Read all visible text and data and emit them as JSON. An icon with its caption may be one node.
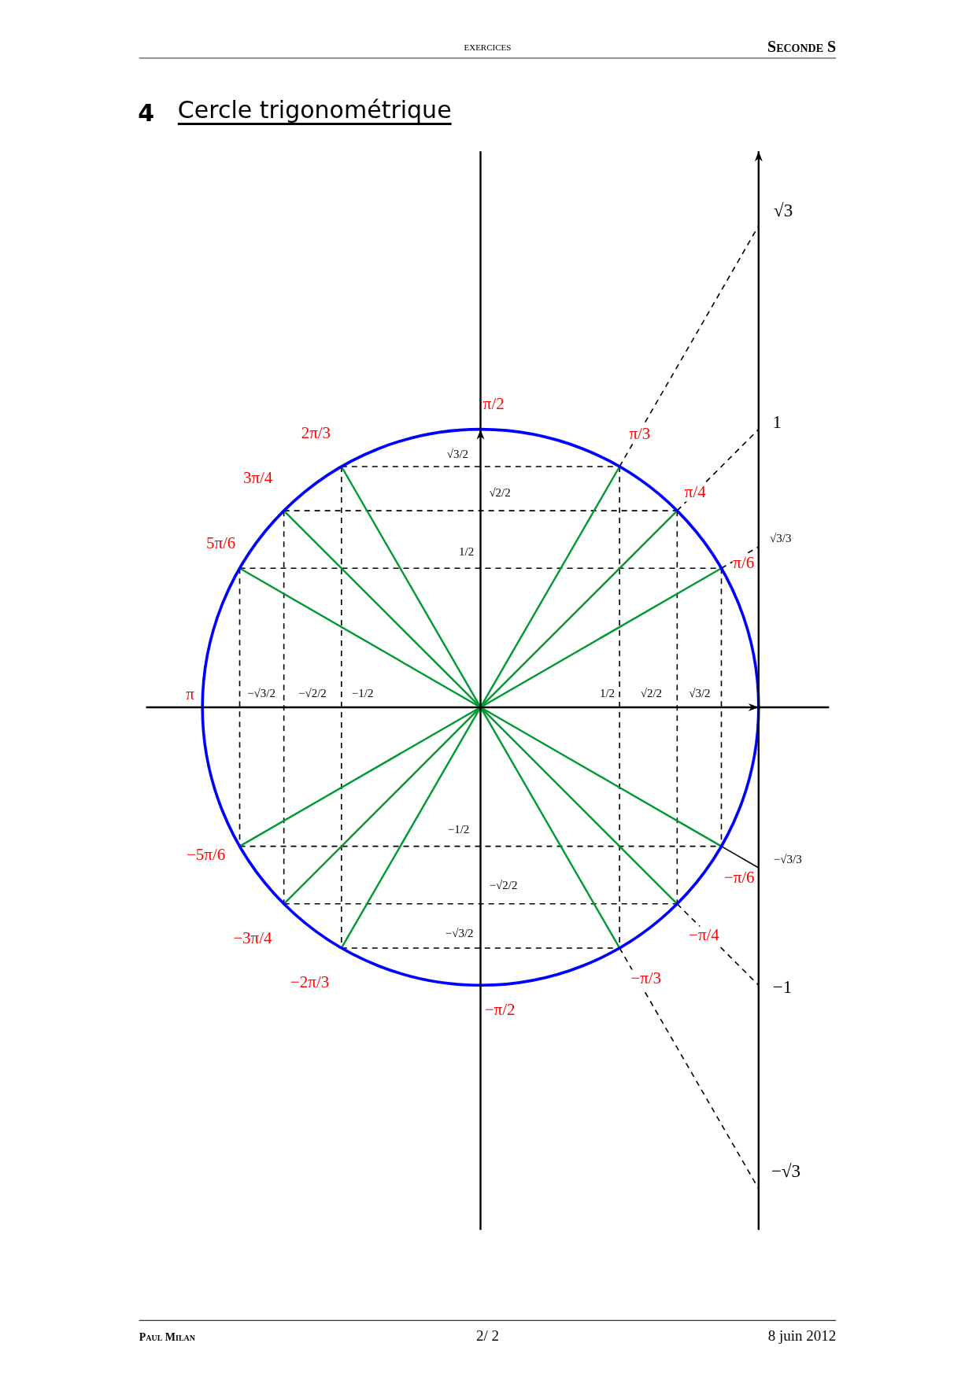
{
  "diagram": {
    "title": "Cercle trigonométrique",
    "labels": [
      "exercices",
      "Seconde S",
      "4",
      "√3",
      "π/2",
      "1",
      "2π/3",
      "π/3",
      "√3/2",
      "3π/4",
      "π/4",
      "√2/2",
      "√3/3",
      "5π/6",
      "π/6",
      "1/2",
      "−√3/2",
      "−√2/2",
      "−1/2",
      "1/2",
      "√2/2",
      "√3/2",
      "π",
      "−1/2",
      "−5π/6",
      "−√3/3",
      "−π/6",
      "−√2/2",
      "−π/4",
      "−3π/4",
      "−√3/2",
      "−π/3",
      "−2π/3",
      "−1",
      "−π/2",
      "−√3",
      "Paul Milan",
      "2/ 2",
      "8 juin 2012"
    ]
  }
}
